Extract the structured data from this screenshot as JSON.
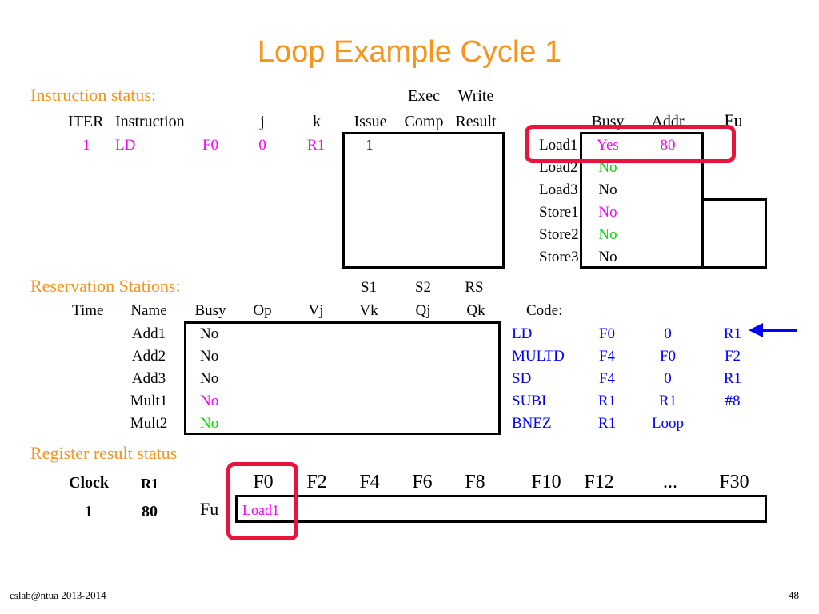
{
  "slide": {
    "title": "Loop Example Cycle 1",
    "footer_left": "cslab@ntua 2013-2014",
    "page_number": "48"
  },
  "instruction_status": {
    "section_label": "Instruction status:",
    "header_top": {
      "exec": "Exec",
      "write": "Write"
    },
    "headers": {
      "iter": "ITER",
      "instruction": "Instruction",
      "j": "j",
      "k": "k",
      "issue": "Issue",
      "comp": "Comp",
      "result": "Result"
    },
    "row": {
      "iter": "1",
      "op": "LD",
      "dest": "F0",
      "j": "0",
      "k": "R1",
      "issue": "1"
    }
  },
  "load_store": {
    "headers": {
      "busy": "Busy",
      "addr": "Addr",
      "fu": "Fu"
    },
    "rows": [
      {
        "name": "Load1",
        "busy": "Yes",
        "addr": "80",
        "color": "#ff00ff"
      },
      {
        "name": "Load2",
        "busy": "No",
        "addr": "",
        "color": "#00dd00"
      },
      {
        "name": "Load3",
        "busy": "No",
        "addr": "",
        "color": "#000000"
      },
      {
        "name": "Store1",
        "busy": "No",
        "addr": "",
        "color": "#ff00ff"
      },
      {
        "name": "Store2",
        "busy": "No",
        "addr": "",
        "color": "#00dd00"
      },
      {
        "name": "Store3",
        "busy": "No",
        "addr": "",
        "color": "#000000"
      }
    ]
  },
  "reservation_stations": {
    "section_label": "Reservation Stations:",
    "header_top": {
      "s1": "S1",
      "s2": "S2",
      "rs": "RS"
    },
    "headers": {
      "time": "Time",
      "name": "Name",
      "busy": "Busy",
      "op": "Op",
      "vj": "Vj",
      "vk": "Vk",
      "qj": "Qj",
      "qk": "Qk"
    },
    "rows": [
      {
        "name": "Add1",
        "busy": "No",
        "color": "#000000"
      },
      {
        "name": "Add2",
        "busy": "No",
        "color": "#000000"
      },
      {
        "name": "Add3",
        "busy": "No",
        "color": "#000000"
      },
      {
        "name": "Mult1",
        "busy": "No",
        "color": "#ff00ff"
      },
      {
        "name": "Mult2",
        "busy": "No",
        "color": "#00dd00"
      }
    ]
  },
  "code": {
    "label": "Code:",
    "lines": [
      [
        "LD",
        "F0",
        "0",
        "R1"
      ],
      [
        "MULTD",
        "F4",
        "F0",
        "F2"
      ],
      [
        "SD",
        "F4",
        "0",
        "R1"
      ],
      [
        "SUBI",
        "R1",
        "R1",
        "#8"
      ],
      [
        "BNEZ",
        "R1",
        "Loop",
        ""
      ]
    ]
  },
  "register_status": {
    "section_label": "Register result status",
    "clock_label": "Clock",
    "r1_label": "R1",
    "clock_value": "1",
    "r1_value": "80",
    "fu_label": "Fu",
    "registers": [
      "F0",
      "F2",
      "F4",
      "F6",
      "F8",
      "F10",
      "F12",
      "...",
      "F30"
    ],
    "fu_values": [
      "Load1",
      "",
      "",
      "",
      "",
      "",
      "",
      "",
      ""
    ]
  },
  "colors": {
    "accent": "#f7941d",
    "highlight": "#e8143c",
    "magenta": "#ff00ff",
    "green": "#00dd00",
    "blue": "#0000ff"
  }
}
